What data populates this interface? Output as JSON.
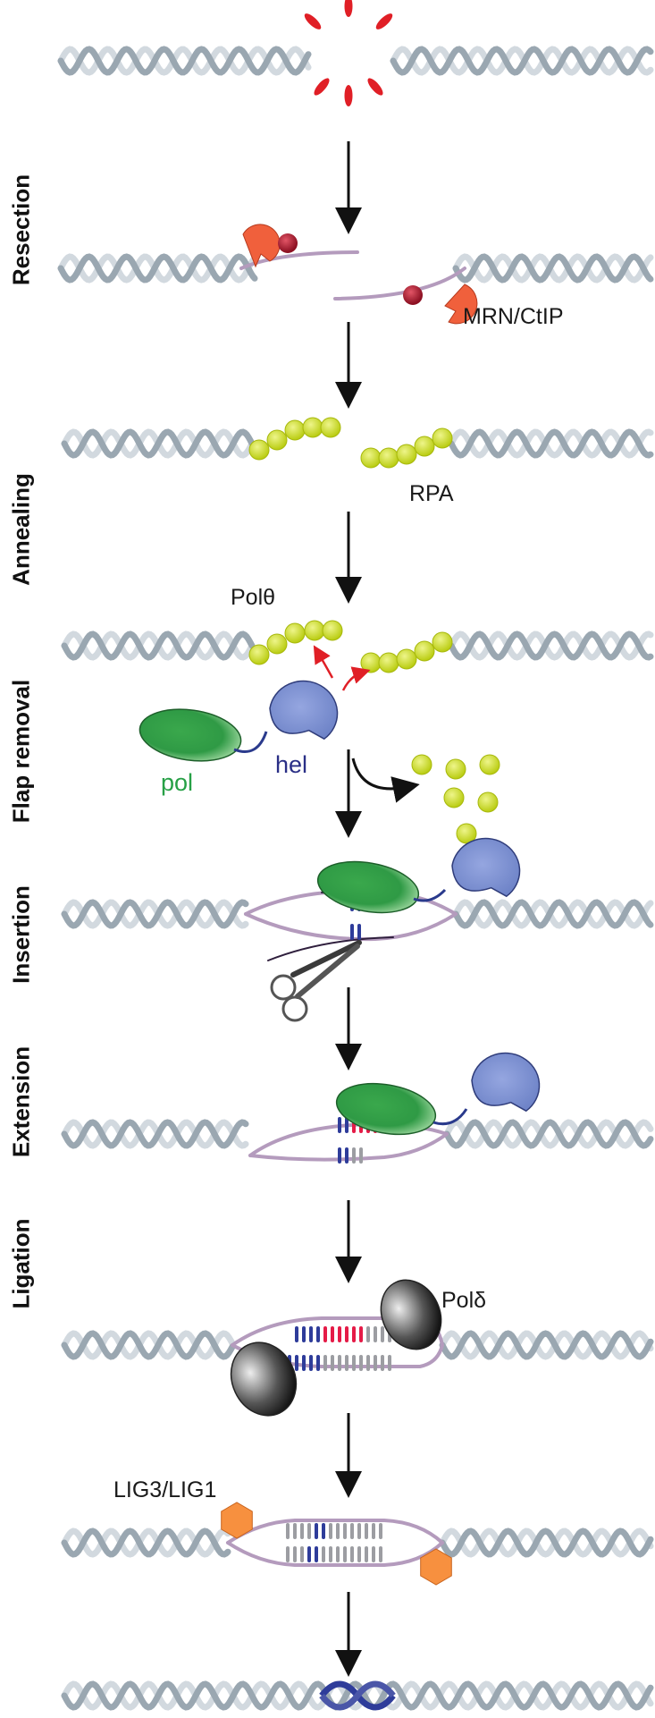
{
  "stages": {
    "resection": "Resection",
    "annealing": "Annealing",
    "flap_removal": "Flap removal",
    "insertion": "Insertion",
    "extension": "Extension",
    "ligation": "Ligation"
  },
  "labels": {
    "mrn": "MRN/CtIP",
    "rpa": "RPA",
    "pol_theta": "Polθ",
    "pol": "pol",
    "hel": "hel",
    "pol_delta": "Polδ",
    "ligase": "LIG3/LIG1"
  },
  "colors": {
    "dna_dark": "#9aa7b1",
    "dna_light": "#d2d9df",
    "strand": "#b49bbd",
    "break": "#e01f26",
    "rpa": "#cfe01b",
    "polymerase": "#2f9a45",
    "helicase": "#7f93d3",
    "mrn": "#f0603c",
    "ligase": "#f7903f",
    "blue_bar": "#2e3c9a",
    "red_bar": "#e51b47",
    "grey_bar": "#9c9da2"
  }
}
